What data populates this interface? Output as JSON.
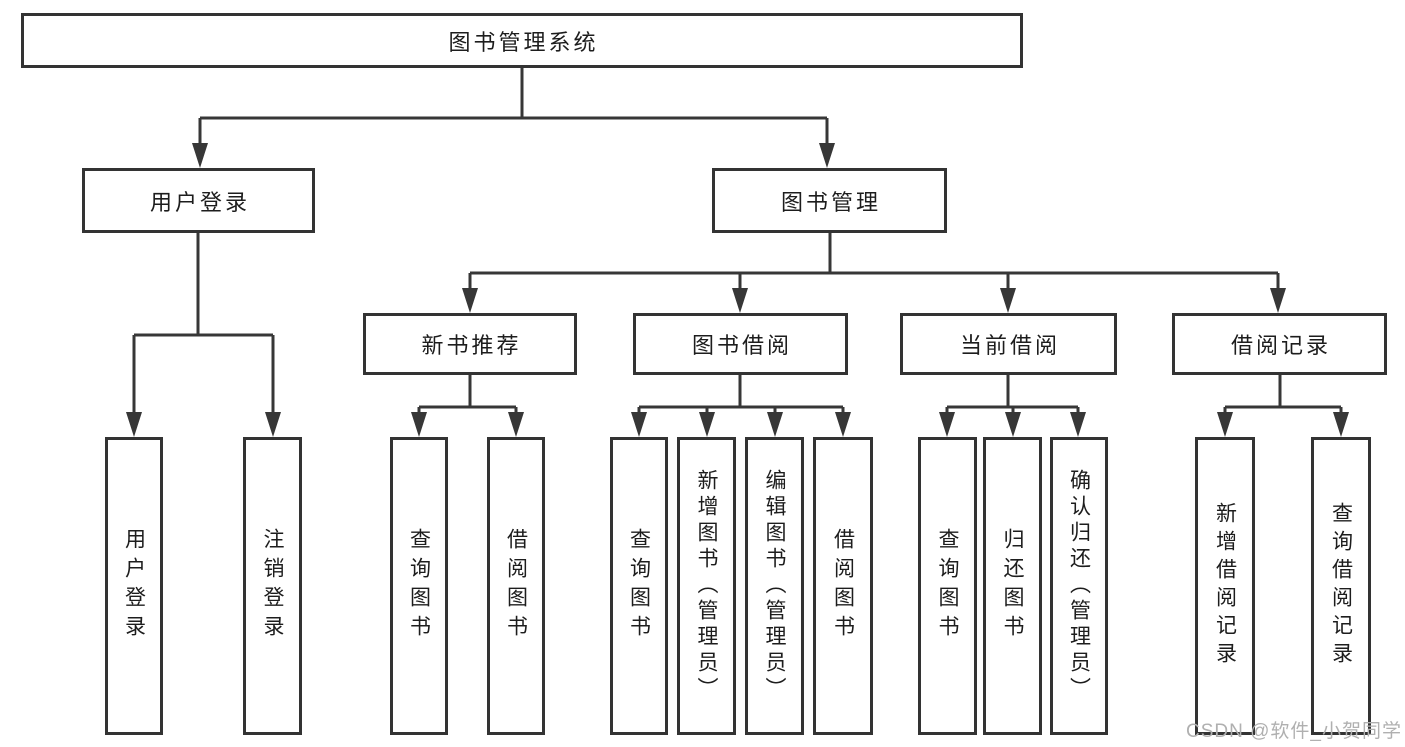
{
  "diagram": {
    "root": {
      "label": "图书管理系统"
    },
    "level2": [
      {
        "label": "用户登录"
      },
      {
        "label": "图书管理"
      }
    ],
    "level3": [
      {
        "label": "新书推荐"
      },
      {
        "label": "图书借阅"
      },
      {
        "label": "当前借阅"
      },
      {
        "label": "借阅记录"
      }
    ],
    "leaves": [
      {
        "label": "用户登录"
      },
      {
        "label": "注销登录"
      },
      {
        "label": "查询图书"
      },
      {
        "label": "借阅图书"
      },
      {
        "label": "查询图书"
      },
      {
        "label": "新增图书（管理员）"
      },
      {
        "label": "编辑图书（管理员）"
      },
      {
        "label": "借阅图书"
      },
      {
        "label": "查询图书"
      },
      {
        "label": "归还图书"
      },
      {
        "label": "确认归还（管理员）"
      },
      {
        "label": "新增借阅记录"
      },
      {
        "label": "查询借阅记录"
      }
    ]
  },
  "watermark": {
    "text": "CSDN @软件_小贺同学"
  },
  "colors": {
    "line": "#373737",
    "box_border": "#333333",
    "box_background": "#ffffff",
    "text": "#1d1d1d",
    "watermark": "#b0b0b0",
    "background": "#ffffff"
  }
}
